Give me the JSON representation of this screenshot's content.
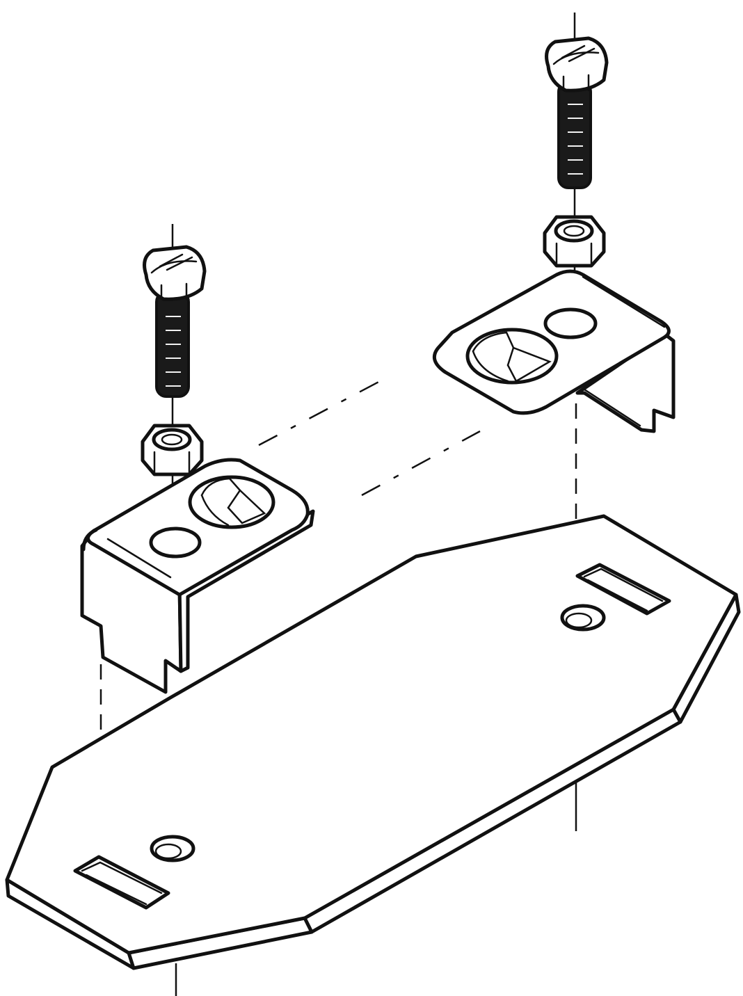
{
  "diagram": {
    "kind": "exploded-assembly-line-drawing",
    "labels": [],
    "colors": {
      "line": "#111111",
      "background": "#ffffff",
      "shaft": "#1a1a1a"
    },
    "parts": [
      {
        "name": "base-plate",
        "slots": 2,
        "holes": 2
      },
      {
        "name": "left-bracket",
        "holes": 2
      },
      {
        "name": "right-bracket",
        "holes": 2
      },
      {
        "name": "left-bolt"
      },
      {
        "name": "right-bolt"
      },
      {
        "name": "left-nut"
      },
      {
        "name": "right-nut"
      }
    ]
  }
}
